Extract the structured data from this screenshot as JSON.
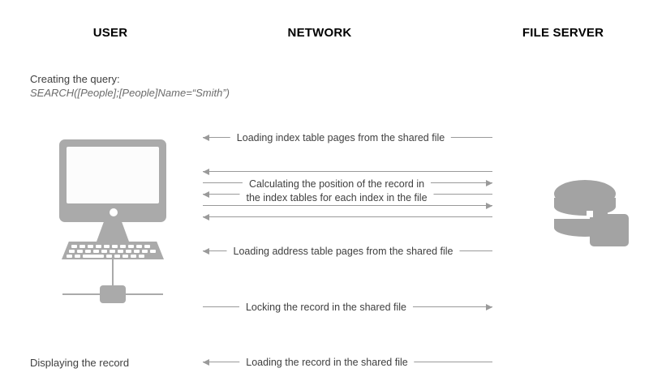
{
  "columns": [
    {
      "id": "user",
      "label": "USER"
    },
    {
      "id": "network",
      "label": "NETWORK"
    },
    {
      "id": "fileserver",
      "label": "FILE SERVER"
    }
  ],
  "user_side": {
    "creating_label": "Creating the query:",
    "query_text": "SEARCH([People];[People]Name=“Smith”)",
    "displaying_label": "Displaying the record"
  },
  "messages": [
    {
      "id": "load-index-pages",
      "text": "Loading index table pages from the shared file",
      "direction": "left"
    },
    {
      "id": "calculating-position",
      "text": "Calculating the position of the record in\nthe index tables for each index in the file",
      "line1": "Calculating the position of the record in",
      "line2": "the index tables for each index in the file",
      "direction": "bidirectional"
    },
    {
      "id": "load-address-pages",
      "text": "Loading address table pages from the shared file",
      "direction": "left"
    },
    {
      "id": "lock-record",
      "text": "Locking the record in the shared file",
      "direction": "right"
    },
    {
      "id": "load-record",
      "text": "Loading the record in the shared file",
      "direction": "left"
    }
  ],
  "icons": {
    "user_device": "desktop-computer-icon",
    "server_device": "database-folder-icon"
  },
  "colors": {
    "header_text": "#000000",
    "body_text": "#3f3f3f",
    "query_text": "#6b6b6b",
    "line": "#9a9a9a",
    "icon_gray": "#a3a3a3",
    "monitor_gray": "#aaaaaa",
    "background": "#ffffff"
  }
}
